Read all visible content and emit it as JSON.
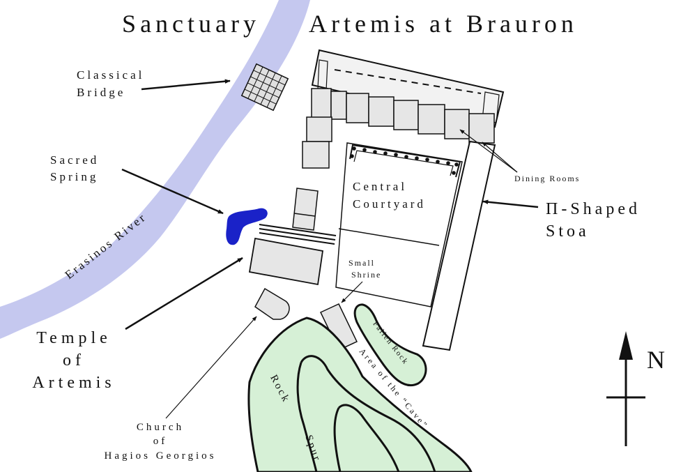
{
  "title": "Sanctuary of Artemis at Brauron",
  "colors": {
    "river": "#c5c8ef",
    "spring": "#1a22c8",
    "rock": "#d6f0d6",
    "building": "#e6e6e6",
    "stoa_back": "#f2f2f2",
    "ink": "#111111"
  },
  "labels": {
    "bridge_line1": "Classical",
    "bridge_line2": "Bridge",
    "spring_line1": "Sacred",
    "spring_line2": "Spring",
    "river": "Erasinos River",
    "courtyard_line1": "Central",
    "courtyard_line2": "Courtyard",
    "dining": "Dining Rooms",
    "stoa_line1": "Π-Shaped",
    "stoa_line2": "Stoa",
    "shrine_line1": "Small",
    "shrine_line2": "Shrine",
    "temple_line1": "Temple",
    "temple_line2": "of",
    "temple_line3": "Artemis",
    "fallen_rock": "Fallen Rock",
    "cave": "Area of the “Cave”",
    "rock_spur_word1": "Rock",
    "rock_spur_word2": "Spur",
    "church_line1": "Church",
    "church_line2": "of",
    "church_line3": "Hagios Georgios",
    "north": "N"
  }
}
